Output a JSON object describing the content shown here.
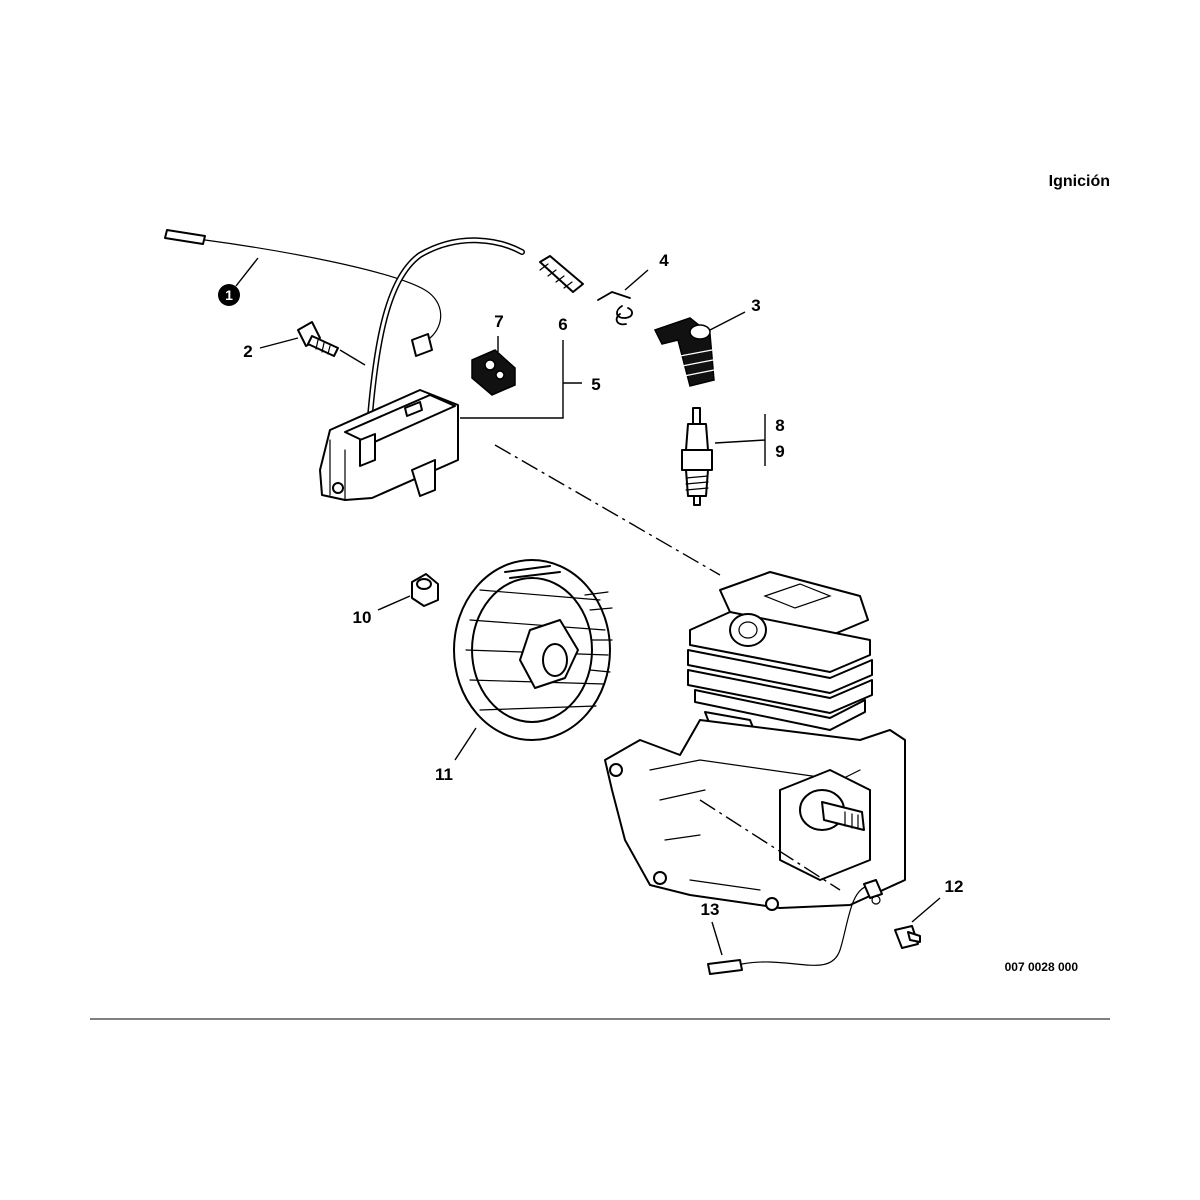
{
  "header": {
    "section_title": "Ignición"
  },
  "diagram_code": "007 0028 000",
  "callouts": [
    {
      "id": "1",
      "label": "1",
      "circled": true
    },
    {
      "id": "2",
      "label": "2"
    },
    {
      "id": "3",
      "label": "3"
    },
    {
      "id": "4",
      "label": "4"
    },
    {
      "id": "5",
      "label": "5"
    },
    {
      "id": "6",
      "label": "6"
    },
    {
      "id": "7",
      "label": "7"
    },
    {
      "id": "8",
      "label": "8"
    },
    {
      "id": "9",
      "label": "9"
    },
    {
      "id": "10",
      "label": "10"
    },
    {
      "id": "11",
      "label": "11"
    },
    {
      "id": "12",
      "label": "12"
    },
    {
      "id": "13",
      "label": "13"
    }
  ]
}
